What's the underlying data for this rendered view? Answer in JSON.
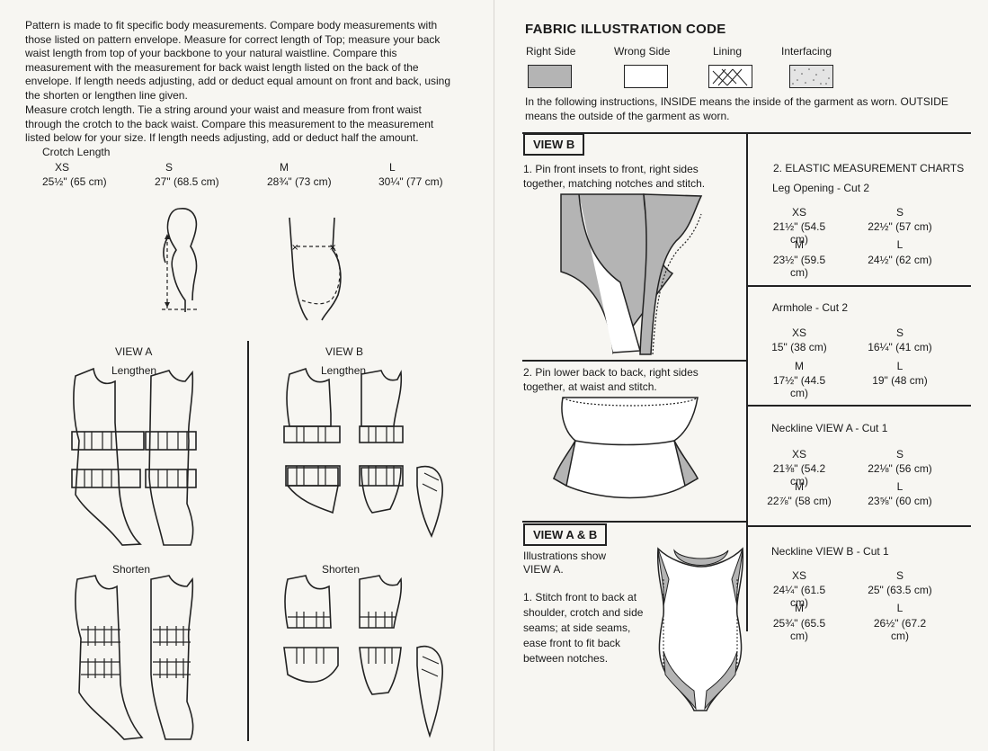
{
  "left": {
    "intro_lines": [
      "Pattern is made to fit specific body measurements. Compare body measurements with",
      "those listed on pattern envelope. Measure for correct length of Top; measure your back",
      "waist length from top of your backbone to your natural waistline. Compare this",
      "measurement with the measurement for back waist length listed on the back of the",
      "envelope. If length needs adjusting, add or deduct equal amount on front and back, using",
      "the shorten or lengthen line given."
    ],
    "crotch_lines": [
      "Measure crotch length. Tie a string around your waist and measure from front waist",
      "through the crotch to the back waist. Compare this measurement to the measurement",
      "listed below for your size. If length needs adjusting, add or deduct half the amount."
    ],
    "crotch_title": "Crotch Length",
    "sizes": [
      {
        "size": "XS",
        "value": "25½\" (65 cm)"
      },
      {
        "size": "S",
        "value": "27\" (68.5 cm)"
      },
      {
        "size": "M",
        "value": "28¾\" (73 cm)"
      },
      {
        "size": "L",
        "value": "30¼\" (77 cm)"
      }
    ],
    "view_a_label": "VIEW A",
    "view_b_label": "VIEW B",
    "lengthen": "Lengthen",
    "shorten": "Shorten"
  },
  "right": {
    "fabric_title": "FABRIC ILLUSTRATION CODE",
    "swatches": [
      {
        "label": "Right Side",
        "fill": "#b4b4b4"
      },
      {
        "label": "Wrong Side",
        "fill": "#ffffff"
      },
      {
        "label": "Lining",
        "fill": "#ffffff"
      },
      {
        "label": "Interfacing",
        "fill": "#e4e4e4"
      }
    ],
    "inside_note_lines": [
      "In the following instructions, INSIDE means the inside of the garment as worn. OUTSIDE",
      "means the outside of the garment as worn."
    ],
    "view_b_heading": "VIEW B",
    "step1_lines": [
      "1. Pin front insets to front, right sides",
      "together, matching notches and stitch."
    ],
    "step2_lines": [
      "2. Pin lower back to back, right sides",
      "together, at waist and stitch."
    ],
    "view_ab_heading": "VIEW A & B",
    "view_ab_show_lines": [
      "Illustrations show",
      "VIEW A."
    ],
    "view_ab_step_lines": [
      "1. Stitch front to back at",
      "shoulder, crotch and side",
      "seams; at side seams,",
      "ease front to fit back",
      "between notches."
    ],
    "elastic_title": "2. ELASTIC MEASUREMENT CHARTS",
    "elastic_groups": [
      {
        "title": "Leg Opening - Cut 2",
        "rows": [
          [
            "XS",
            "21½\" (54.5 cm)",
            "S",
            "22½\" (57 cm)"
          ],
          [
            "M",
            "23½\" (59.5 cm)",
            "L",
            "24½\" (62 cm)"
          ]
        ]
      },
      {
        "title": "Armhole - Cut 2",
        "rows": [
          [
            "XS",
            "15\" (38 cm)",
            "S",
            "16¼\" (41 cm)"
          ],
          [
            "M",
            "17½\" (44.5 cm)",
            "L",
            "19\" (48 cm)"
          ]
        ]
      },
      {
        "title": "Neckline VIEW A - Cut 1",
        "rows": [
          [
            "XS",
            "21⅜\" (54.2 cm)",
            "S",
            "22⅛\" (56 cm)"
          ],
          [
            "M",
            "22⅞\" (58 cm)",
            "L",
            "23⅝\" (60 cm)"
          ]
        ]
      },
      {
        "title": "Neckline VIEW B - Cut 1",
        "rows": [
          [
            "XS",
            "24¼\" (61.5 cm)",
            "S",
            "25\" (63.5 cm)"
          ],
          [
            "M",
            "25¾\" (65.5 cm)",
            "L",
            "26½\" (67.2 cm)"
          ]
        ]
      }
    ]
  }
}
